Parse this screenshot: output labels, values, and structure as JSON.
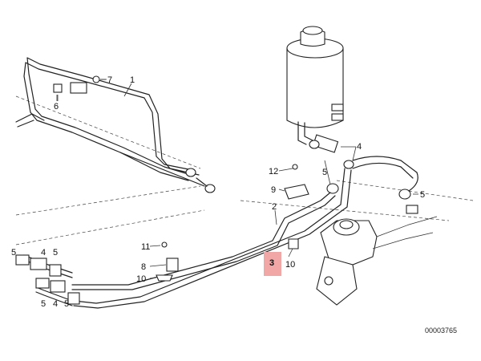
{
  "diagram": {
    "id_text": "00003765",
    "highlight_color": "#f2a7a7",
    "highlighted_part": "3",
    "labels": {
      "p1": "1",
      "p2": "2",
      "p3": "3",
      "p4_top": "4",
      "p4_left_a": "4",
      "p4_left_b": "4",
      "p5_reservoir": "5",
      "p5_right": "5",
      "p5_left_a": "5",
      "p5_left_b": "5",
      "p5_left_c": "5",
      "p5_left_d": "5",
      "p6": "6",
      "p7": "7",
      "p8": "8",
      "p9": "9",
      "p10_left": "10",
      "p10_mid": "10",
      "p11": "11",
      "p12": "12"
    }
  }
}
